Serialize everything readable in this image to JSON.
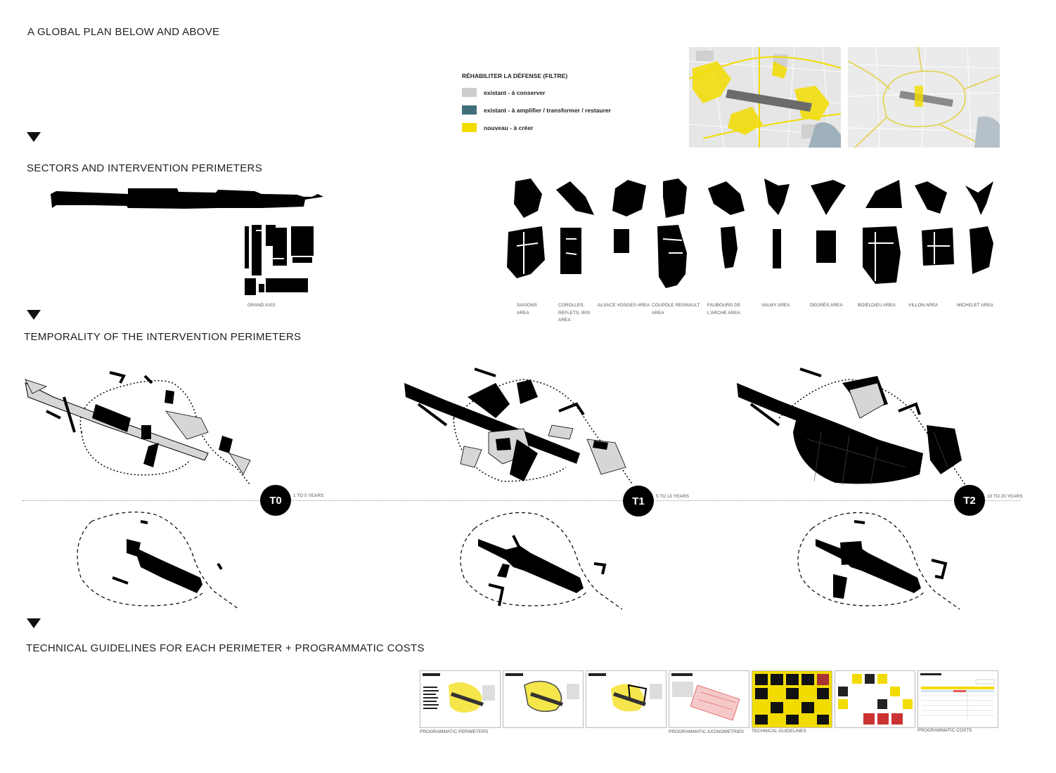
{
  "sections": {
    "global_plan": "A GLOBAL PLAN BELOW AND ABOVE",
    "sectors": "SECTORS AND INTERVENTION PERIMETERS",
    "temporality": "TEMPORALITY OF THE INTERVENTION PERIMETERS",
    "guidelines": "TECHNICAL GUIDELINES FOR EACH PERIMETER + PROGRAMMATIC COSTS"
  },
  "legend": {
    "title": "RÉHABILITER LA DÉFENSE (FILTRE)",
    "items": [
      {
        "label": "existant - à conserver",
        "color": "#cccccc"
      },
      {
        "label": "existant - à amplifier / transformer / restaurer",
        "color": "#3f6f7a"
      },
      {
        "label": "nouveau - à créer",
        "color": "#f2dc00"
      }
    ]
  },
  "grand_axis_label": "GRAND AXIS",
  "areas": [
    {
      "label": "SAISONS AREA"
    },
    {
      "label": "COROLLES, REFLETS, IRIS AREA"
    },
    {
      "label": "ALSACE VOSGES AREA"
    },
    {
      "label": "COUPOLE REGNAULT AREA"
    },
    {
      "label": "FAUBOURG DE L'ARCHE AREA"
    },
    {
      "label": "VALMY AREA"
    },
    {
      "label": "DEGRÉS AREA"
    },
    {
      "label": "BOIELDIEU AREA"
    },
    {
      "label": "VILLON AREA"
    },
    {
      "label": "MICHELET AREA"
    }
  ],
  "timeline": [
    {
      "tag": "T0",
      "range": "1 TO 5 YEARS"
    },
    {
      "tag": "T1",
      "range": "5 TO 10 YEARS"
    },
    {
      "tag": "T2",
      "range": "10 TO 20 YEARS"
    }
  ],
  "thumb_labels": {
    "perimeters": "PROGRAMMATIC PERIMETERS",
    "axonometries": "PROGRAMMATIC AXONOMETRIES",
    "guidelines": "TECHNICAL GUIDELINES",
    "costs": "PROGRAMMATIC COSTS"
  },
  "colors": {
    "accent": "#f2dc00",
    "ink": "#000000",
    "muted": "#cccccc",
    "teal": "#3f6f7a"
  }
}
